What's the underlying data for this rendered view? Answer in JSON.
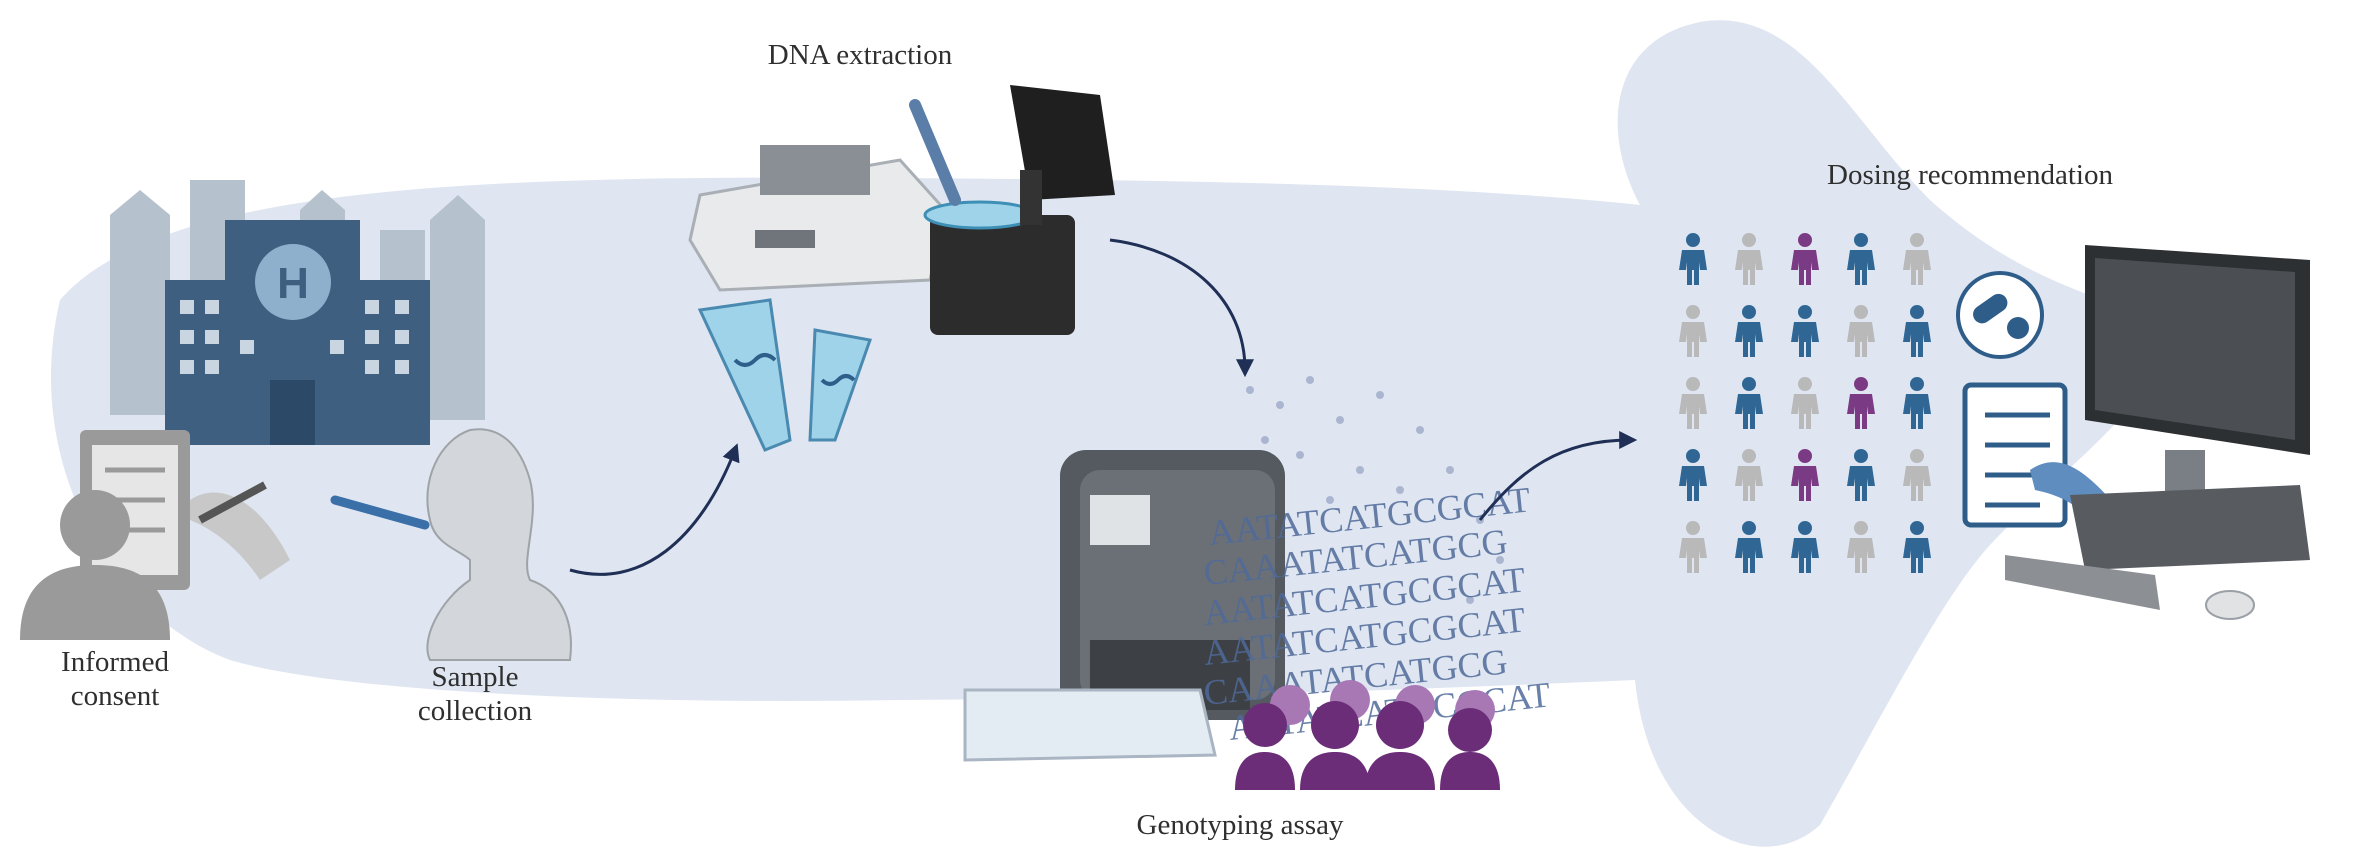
{
  "steps": {
    "informed_consent": {
      "line1": "Informed",
      "line2": "consent"
    },
    "sample_collection": {
      "line1": "Sample",
      "line2": "collection"
    },
    "dna_extraction": {
      "label": "DNA extraction"
    },
    "genotyping_assay": {
      "label": "Genotyping assay"
    },
    "dosing_recommendation": {
      "label": "Dosing recommendation"
    }
  },
  "dna_sequence_rows": [
    "AATATCATGCGCAT",
    "CAAATATCATGCG",
    "AATATCATGCGCAT",
    "AATATCATGCGCAT",
    "CAAATATCATGCG",
    "AATATCATGCGCAT"
  ],
  "colors": {
    "background_shape": "#dfe6f1",
    "arrow": "#1f2f55",
    "building": "#3f5f80",
    "city": "#aab6c4",
    "figure_blue": "#2f6694",
    "figure_gray": "#b9b9b9",
    "figure_purple": "#7a3a84",
    "purple_group": "#6b2d78",
    "text": "#2f2f2f"
  },
  "icons": [
    "hospital-icon",
    "clipboard-icon",
    "patient-silhouette-icon",
    "swab-icon",
    "pipette-icon",
    "lab-instrument-icon",
    "tube-icon",
    "sequencer-icon",
    "microplate-icon",
    "person-icon",
    "pill-icon",
    "monitor-icon",
    "keyboard-icon",
    "mouse-icon",
    "checklist-icon"
  ]
}
